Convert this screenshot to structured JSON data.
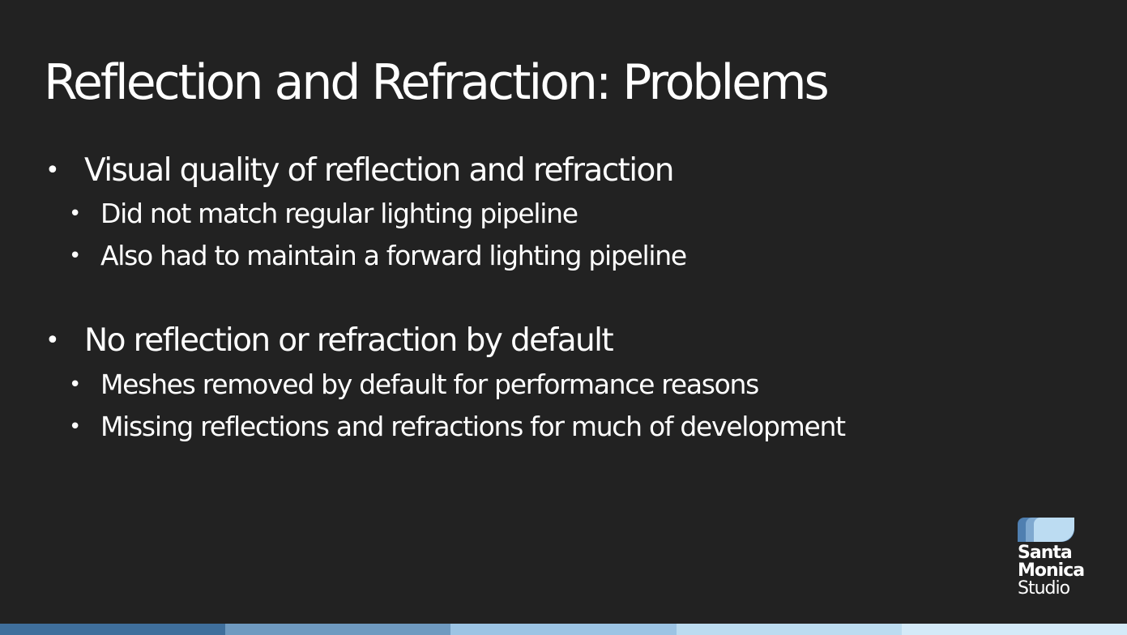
{
  "slide": {
    "title": "Reflection and Refraction: Problems",
    "bullet_symbol": "•",
    "bullets": [
      {
        "level": 1,
        "text": "Visual quality of reflection and refraction"
      },
      {
        "level": 2,
        "text": "Did not match regular lighting pipeline"
      },
      {
        "level": 2,
        "text": "Also had to maintain a forward lighting pipeline"
      },
      {
        "level": 1,
        "text": "No reflection or refraction by default"
      },
      {
        "level": 2,
        "text": "Meshes removed by default for performance reasons"
      },
      {
        "level": 2,
        "text": "Missing reflections and refractions for much of development"
      }
    ]
  },
  "logo": {
    "line1": "Santa",
    "line2": "Monica",
    "line3": "Studio",
    "icon": "santa-monica-studio-logo-icon"
  },
  "colors": {
    "background": "#222222",
    "text": "#ffffff",
    "footer_segments": [
      "#3f6f9c",
      "#6f9ac0",
      "#9cc4e4",
      "#bcdcf0",
      "#d4eaf8"
    ],
    "logo_shades": [
      "#4f7fb0",
      "#7fa9d0",
      "#bcdcf2"
    ]
  }
}
